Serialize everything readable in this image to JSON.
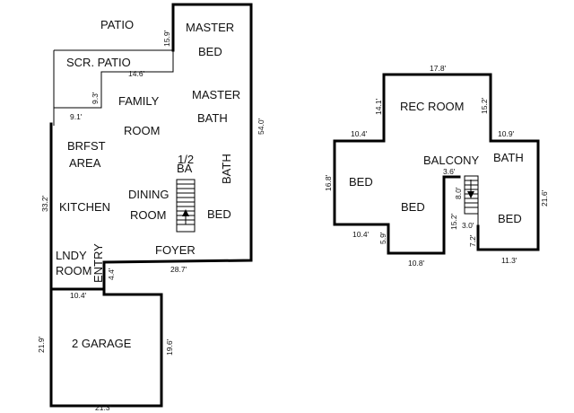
{
  "rooms": {
    "patio": "PATIO",
    "master_bed_1": "MASTER",
    "master_bed_2": "BED",
    "scr_patio": "SCR. PATIO",
    "family_1": "FAMILY",
    "family_2": "ROOM",
    "master_bath_1": "MASTER",
    "master_bath_2": "BATH",
    "brfst_1": "BRFST",
    "brfst_2": "AREA",
    "half_bath_1": "1/2",
    "half_bath_2": "BA",
    "bath_main": "BATH",
    "dining_1": "DINING",
    "dining_2": "ROOM",
    "kitchen": "KITCHEN",
    "bed_main": "BED",
    "foyer": "FOYER",
    "lndy_1": "LNDY",
    "lndy_2": "ROOM",
    "entry": "ENTRY",
    "garage": "2 GARAGE",
    "rec_room": "REC ROOM",
    "balcony": "BALCONY",
    "bath_upper": "BATH",
    "bed_upper_left": "BED",
    "bed_upper_center": "BED",
    "bed_upper_right": "BED"
  },
  "dimensions": {
    "d_15_9": "15.9'",
    "d_14_6": "14.6'",
    "d_9_3": "9.3'",
    "d_9_1": "9.1'",
    "d_54_0": "54.0'",
    "d_33_2": "33.2'",
    "d_4_4": "4.4'",
    "d_28_7": "28.7'",
    "d_10_4_garage": "10.4'",
    "d_21_9": "21.9'",
    "d_19_6": "19.6'",
    "d_21_3": "21.3'",
    "d_17_8": "17.8'",
    "d_14_1": "14.1'",
    "d_15_2_top": "15.2'",
    "d_10_4_upper_top": "10.4'",
    "d_10_9": "10.9'",
    "d_16_8": "16.8'",
    "d_3_6": "3.6'",
    "d_8_0": "8.0'",
    "d_21_6": "21.6'",
    "d_15_2_stair": "15.2'",
    "d_3_0": "3.0'",
    "d_10_4_upper_bottom": "10.4'",
    "d_5_9": "5.9'",
    "d_7_2": "7.2'",
    "d_10_8": "10.8'",
    "d_11_3": "11.3'"
  }
}
